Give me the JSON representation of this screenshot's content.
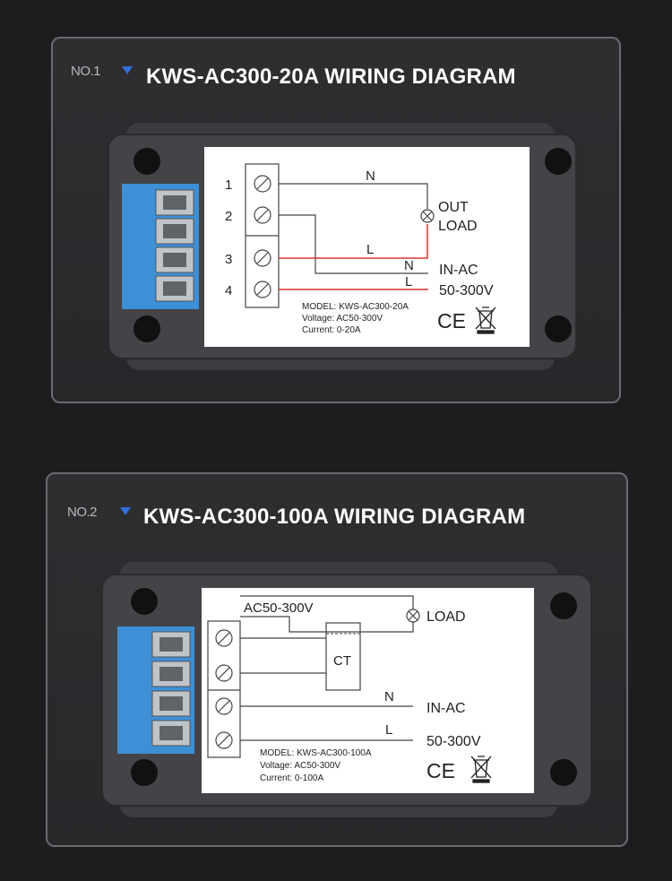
{
  "panels": [
    {
      "number": "NO.1",
      "title": "KWS-AC300-20A WIRING DIAGRAM",
      "diagram": {
        "terminals": [
          "1",
          "2",
          "3",
          "4"
        ],
        "wire_labels": {
          "n_top": "N",
          "l_mid": "L",
          "n_low": "N",
          "l_low": "L"
        },
        "out": "OUT",
        "load": "LOAD",
        "in_ac": "IN-AC",
        "voltage_range": "50-300V",
        "model": "MODEL: KWS-AC300-20A",
        "voltage": "Voltage: AC50-300V",
        "current": "Current: 0-20A",
        "ce_mark": "CE"
      }
    },
    {
      "number": "NO.2",
      "title": "KWS-AC300-100A WIRING DIAGRAM",
      "diagram": {
        "source": "AC50-300V",
        "load": "LOAD",
        "ct": "CT",
        "wire_labels": {
          "n": "N",
          "l": "L"
        },
        "in_ac": "IN-AC",
        "voltage_range": "50-300V",
        "model": "MODEL: KWS-AC300-100A",
        "voltage": "Voltage: AC50-300V",
        "current": "Current: 0-100A",
        "ce_mark": "CE"
      }
    }
  ],
  "colors": {
    "accent": "#2f6fd6",
    "terminal_blue": "#3d8fd6",
    "live_wire": "#e0342b",
    "neutral_wire": "#444444",
    "background": "#1d1d1f"
  }
}
